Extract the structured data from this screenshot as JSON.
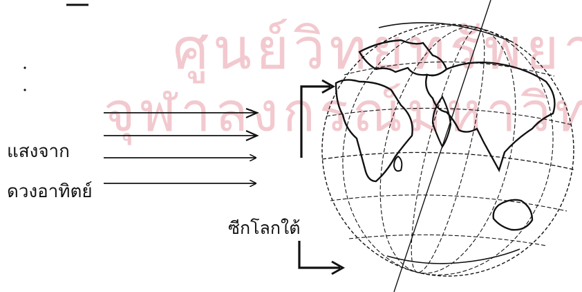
{
  "watermark": {
    "line1": "ศูนย์วิทยทรัพยากร",
    "line2": "จุฬาลงกรณ์มหาวิทยาลัย"
  },
  "labels": {
    "sunlight_line1": "แสงจาก",
    "sunlight_line2": "ดวงอาทิตย์",
    "southern_hemisphere": "ซีกโลกใต้"
  },
  "colors": {
    "ink": "#111111",
    "watermark": "#f2c9cf"
  }
}
